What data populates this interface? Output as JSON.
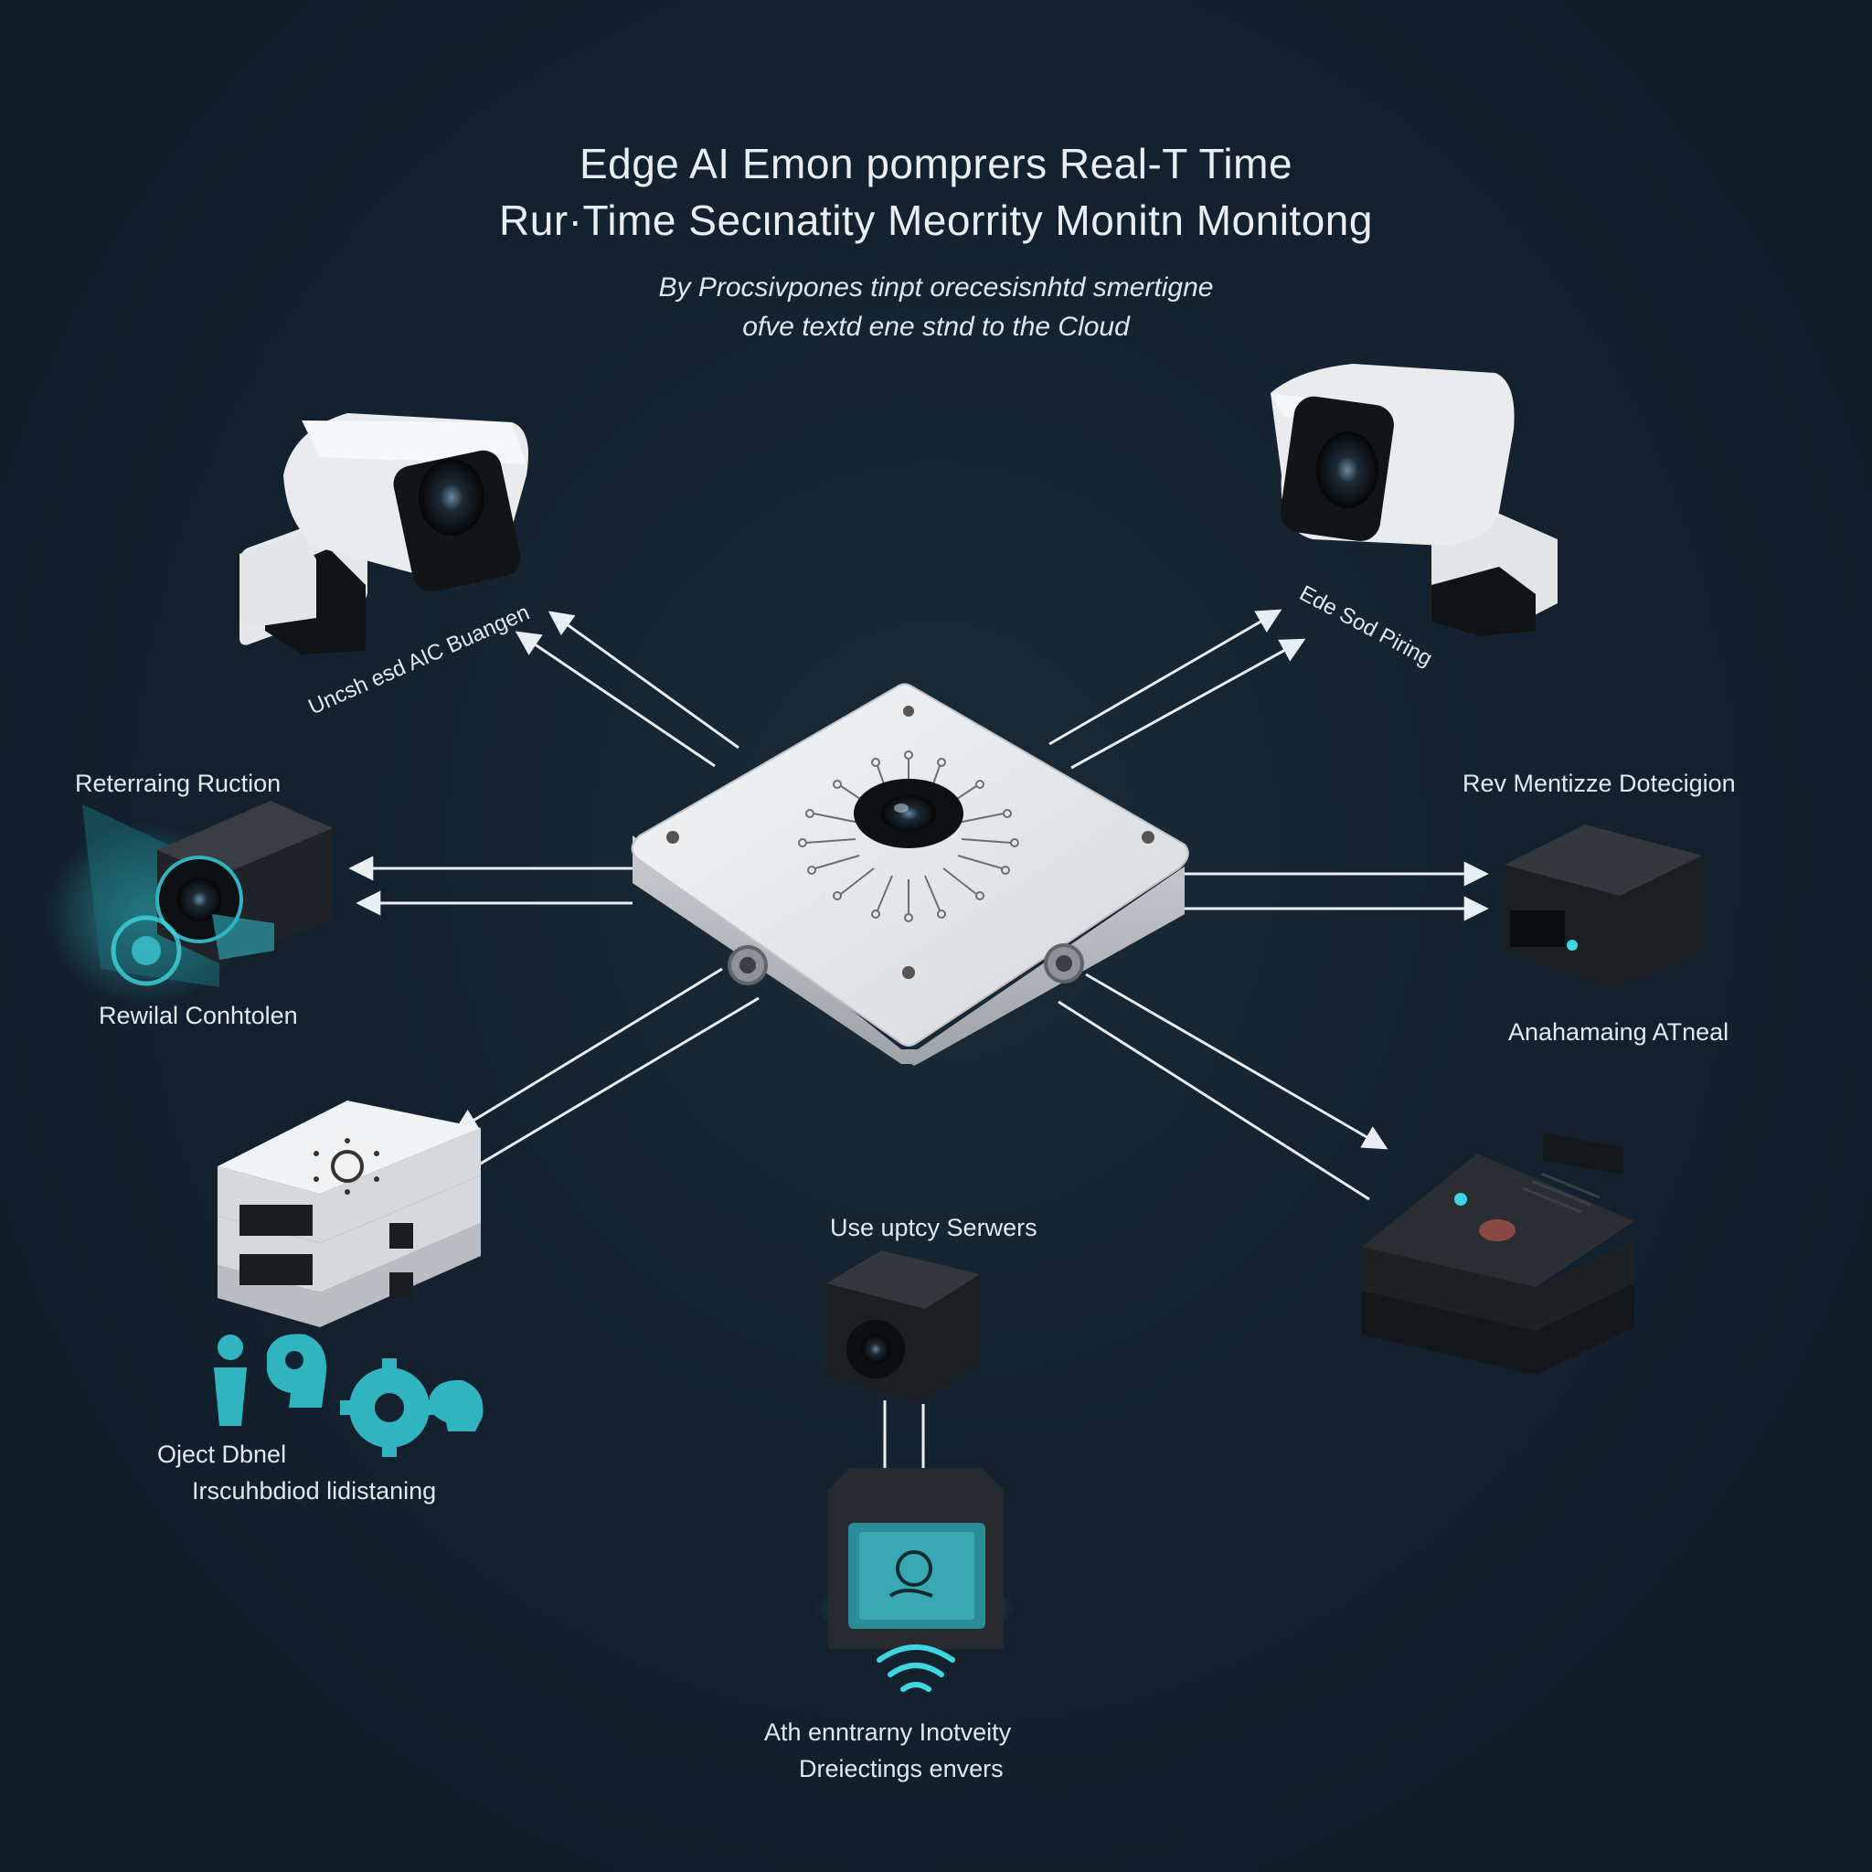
{
  "header": {
    "title_line1": "Edge AI Emon pomprers Real-T Time",
    "title_line2": "Rur·Time Secιnatity Meorrity Monitn Monitong",
    "subtitle_line1": "By Procsivpones tinpt orecesisnhtd smertigne",
    "subtitle_line2": "ofve textd ene stnd to the Cloud"
  },
  "labels": {
    "top_left_arrow": "Uncsh esd AIC Buangen",
    "top_right_arrow": "Ede Sod Piring",
    "left_top": "Reterraing Ruction",
    "left_bottom": "Rewilal Conhtolen",
    "right_top": "Rev Mentizze Dotecigion",
    "right_bottom": "Anahamaing ATneal",
    "bottom_center_top": "Use uptcy Serwers",
    "bottom_left_line1": "Oject Dbnel",
    "bottom_left_line2": "Irscuhbdiod lidistaning",
    "bottom_center_line1": "Ath enntrarny Inotveity",
    "bottom_center_line2": "Dreiectings envers"
  },
  "colors": {
    "background": "#142230",
    "accent_teal": "#2fb4c0",
    "device_white": "#e6e8ea",
    "device_black": "#1c1f22",
    "arrow": "#e8eef2"
  }
}
